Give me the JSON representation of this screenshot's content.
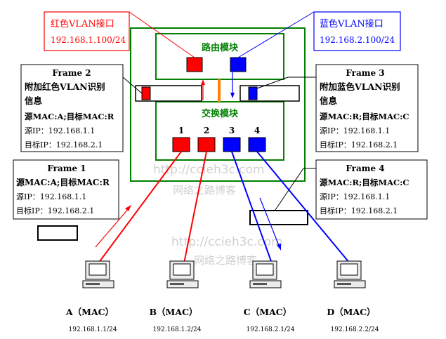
{
  "red_vlan_box": {
    "title": "红色VLAN接口",
    "ip": "192.168.1.100/24"
  },
  "blue_vlan_box": {
    "title": "蓝色VLAN接口",
    "ip": "192.168.2.100/24"
  },
  "router_module": {
    "label": "路由模块"
  },
  "switch_module": {
    "label": "交换模块"
  },
  "ports": [
    {
      "label": "1"
    },
    {
      "label": "2"
    },
    {
      "label": "3"
    },
    {
      "label": "4"
    }
  ],
  "frame2": {
    "title": "Frame 2",
    "line1": "附加红色VLAN识别",
    "line2": "信息",
    "line3": "源MAC:A;目标MAC:R",
    "line4": "源IP：192.168.1.1",
    "line5": "目标IP：192.168.2.1"
  },
  "frame3": {
    "title": "Frame 3",
    "line1": "附加蓝色VLAN识别",
    "line2": "信息",
    "line3": "源MAC:R;目标MAC:C",
    "line4": "源IP：192.168.1.1",
    "line5": "目标IP：192.168.2.1"
  },
  "frame1": {
    "title": "Frame 1",
    "line1": "源MAC:A;目标MAC:R",
    "line2": "源IP：192.168.1.1",
    "line3": "目标IP：192.168.2.1"
  },
  "frame4": {
    "title": "Frame 4",
    "line1": "源MAC:R;目标MAC:C",
    "line2": "源IP：192.168.1.1",
    "line3": "目标IP：192.168.2.1"
  },
  "hosts": [
    {
      "name": "A（MAC）",
      "ip": "192.168.1.1/24"
    },
    {
      "name": "B（MAC）",
      "ip": "192.168.1.2/24"
    },
    {
      "name": "C（MAC）",
      "ip": "192.168.2.1/24"
    },
    {
      "name": "D（MAC）",
      "ip": "192.168.2.2/24"
    }
  ],
  "watermark": {
    "url": "http://ccieh3c.com",
    "cn": "网络之路博客"
  },
  "colors": {
    "red": "#ff0000",
    "blue": "#0000ff",
    "green": "#008000",
    "orange": "#ff8000"
  }
}
